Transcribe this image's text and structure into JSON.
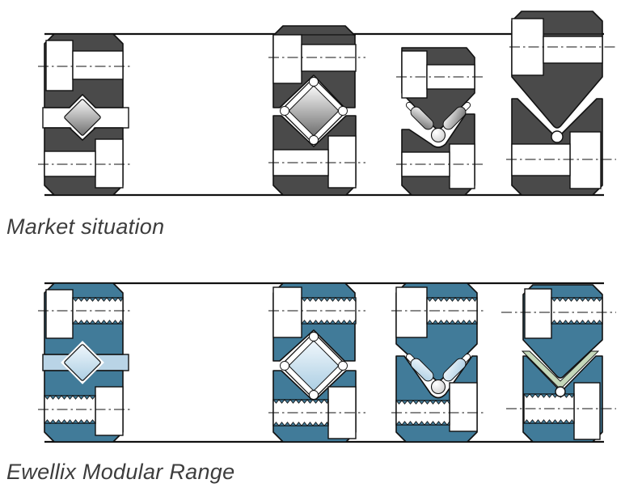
{
  "sections": [
    {
      "id": "market",
      "label": "Market situation"
    },
    {
      "id": "modular",
      "label": "Ewellix Modular Range"
    }
  ],
  "colors": {
    "background": "#FFFFFF",
    "block_dark": "#4A4A4A",
    "block_teal": "#417B99",
    "track_blue": "#B9D4E6",
    "roller_gray_light": "#F8F8F8",
    "roller_gray_dark": "#6F6F6F",
    "roller_blue_light": "#F0F7FC",
    "roller_blue_dark": "#ACCEE3",
    "slider_green": "#C5D8BA",
    "outline": "#111111",
    "label_text": "#3D3D3D"
  }
}
